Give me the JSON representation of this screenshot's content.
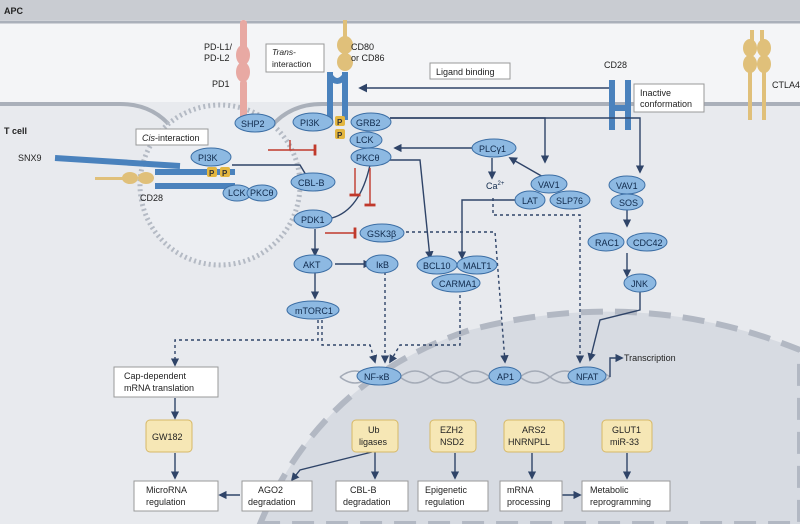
{
  "regions": {
    "apc": "APC",
    "tcell": "T cell"
  },
  "receptors": {
    "pdl1": "PD-L1/",
    "pdl2": "PD-L2",
    "pd1": "PD1",
    "cd80": "CD80",
    "cd86": "or CD86",
    "cd28_right": "CD28",
    "ctla4": "CTLA4",
    "snx9": "SNX9",
    "cd28_left": "CD28"
  },
  "callouts": {
    "trans_italic": "Trans",
    "trans_rest": "-",
    "trans_line2": "interaction",
    "ligand_binding": "Ligand binding",
    "inactive_1": "Inactive",
    "inactive_2": "conformation",
    "cis_italic": "Cis",
    "cis_rest": "-interaction"
  },
  "nodes": {
    "shp2": "SHP2",
    "pi3k_top": "PI3K",
    "grb2": "GRB2",
    "lck_top": "LCK",
    "pkc_top": "PKCθ",
    "pi3k_left": "PI3K",
    "lck_left": "LCK",
    "pkc_left": "PKCθ",
    "cblb": "CBL-B",
    "pdk1": "PDK1",
    "gsk3b": "GSK3β",
    "akt": "AKT",
    "ikb": "IκB",
    "mtorc1": "mTORC1",
    "plcg1": "PLCγ1",
    "ca": "Ca",
    "ca_sup": "2+",
    "vav1_mid": "VAV1",
    "lat": "LAT",
    "slp76": "SLP76",
    "bcl10": "BCL10",
    "malt1": "MALT1",
    "carma1": "CARMA1",
    "vav1_right": "VAV1",
    "sos": "SOS",
    "rac1": "RAC1",
    "cdc42": "CDC42",
    "jnk": "JNK",
    "nfkb": "NF-κB",
    "ap1": "AP1",
    "nfat": "NFAT",
    "p_label": "P"
  },
  "transcription": "Transcription",
  "cap_dep_1": "Cap-dependent",
  "cap_dep_2": "mRNA translation",
  "yellow_boxes": {
    "gw182": "GW182",
    "ub_1": "Ub",
    "ub_2": "ligases",
    "ezh2": "EZH2",
    "nsd2": "NSD2",
    "ars2": "ARS2",
    "hnrnpll": "HNRNPLL",
    "glut1": "GLUT1",
    "mir33": "miR-33"
  },
  "outcomes": {
    "microrna_1": "MicroRNA",
    "microrna_2": "regulation",
    "ago2_1": "AGO2",
    "ago2_2": "degradation",
    "cblbdeg_1": "CBL-B",
    "cblbdeg_2": "degradation",
    "epi_1": "Epigenetic",
    "epi_2": "regulation",
    "mrna_1": "mRNA",
    "mrna_2": "processing",
    "meta_1": "Metabolic",
    "meta_2": "reprogramming"
  },
  "colors": {
    "apc_bg": "#c9ccd2",
    "tcell_bg": "#e8eaee",
    "nucleus": "#d7dbe2",
    "node_fill": "#8db9e2",
    "node_stroke": "#3d6fa5",
    "receptor": "#4a82bd",
    "ligand_gold": "#e0c07a",
    "pd1_pink": "#e8a9a3",
    "phospho": "#e3b640",
    "arrow": "#2f4468",
    "inhibit": "#c0392b",
    "yellow_box": "#f6e7b5",
    "yellow_stroke": "#d7b866"
  }
}
